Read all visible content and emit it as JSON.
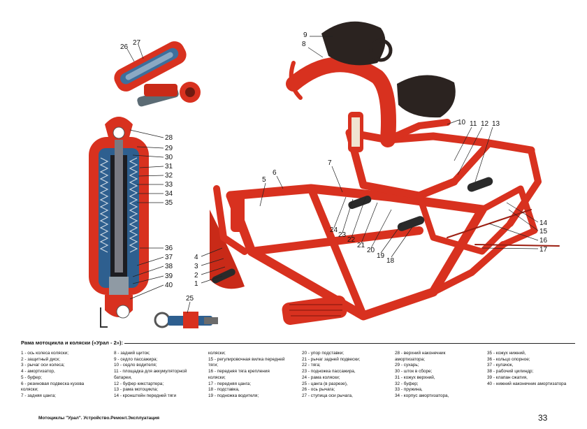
{
  "caption": {
    "title": "Рама мотоцикла и коляски («Урал - 2»):"
  },
  "legend": {
    "col1": [
      "1 - ось колеса коляски;",
      "2 - защитный диск;",
      "3 - рычаг оси колеса;",
      "4 - амортизатор,",
      "5 - буфер;",
      "6 - резиновая подвеска кузова",
      "коляски;",
      "7 - задняя цанга;"
    ],
    "col2": [
      "8 - задний щиток;",
      "9 - седло пассажира;",
      "10 - седло водителя;",
      "11 - площадка для аккумуляторной",
      "батареи,",
      "12 - буфер кикстартера;",
      "13 - рама мотоцикла;",
      "14 - кронштейн передней тяги"
    ],
    "col3": [
      "коляски;",
      "15 - регулировочная вилка передней",
      "тяги;",
      "16 - передняя тяга крепления",
      "коляски;",
      "17 - передняя цанга;",
      "18 - подставка,",
      "19 - подножка водителя;"
    ],
    "col4": [
      "20 - упор подставки;",
      "21 - рычаг задней подвески;",
      "22 - тяга;",
      "23 - подножка пассажира,",
      "24 - рама коляски;",
      "25 - цанга (в разрезе),",
      "26 - ось рычага;",
      "27 - ступица оси рычага,"
    ],
    "col5": [
      "28 - верхний наконечник",
      "амортизатора;",
      "29 - сухарь;",
      "30 - шток в сборе;",
      "31 - кожух верхний,",
      "32 - буфер;",
      "33 - пружина,",
      "34 - корпус амортизатора,"
    ],
    "col6": [
      "35 - кожух нижний,",
      "36 - кольцо опорное;",
      "37 - кулачок,",
      "38 - рабочий цилиндр;",
      "39 - клапан сжатия,",
      "40 - нижний наконечник амортизатора"
    ]
  },
  "footer": {
    "text": "Мотоциклы \"Урал\". Устройство.Ремонт.Эксплуатация",
    "page_number": "33"
  },
  "callouts": [
    "1",
    "2",
    "3",
    "4",
    "5",
    "6",
    "7",
    "8",
    "9",
    "10",
    "11",
    "12",
    "13",
    "14",
    "15",
    "16",
    "17",
    "18",
    "19",
    "20",
    "21",
    "22",
    "23",
    "24",
    "25",
    "26",
    "27",
    "28",
    "29",
    "30",
    "31",
    "32",
    "33",
    "34",
    "35",
    "36",
    "37",
    "38",
    "39",
    "40"
  ]
}
